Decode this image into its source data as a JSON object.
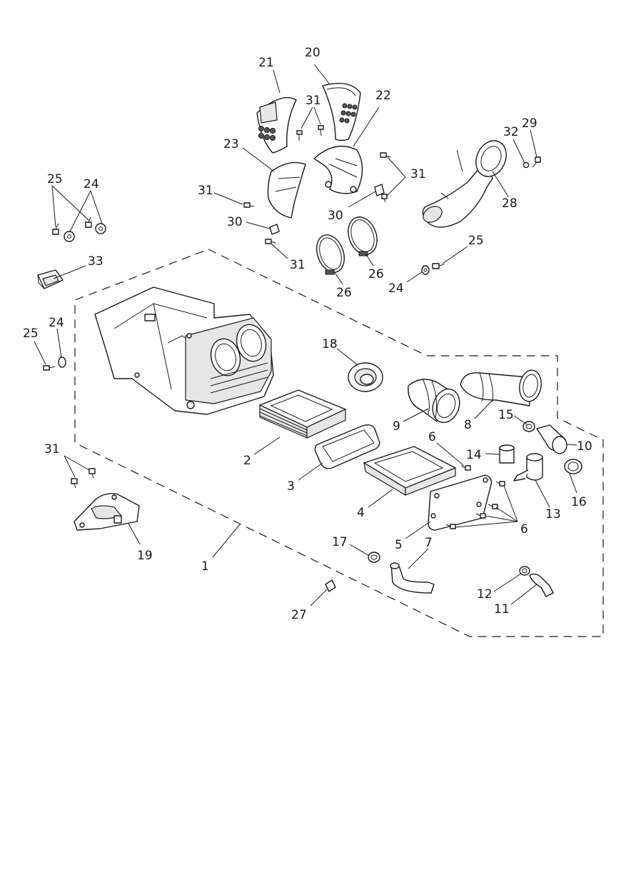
{
  "labels": [
    {
      "id": "l1",
      "text": "1"
    },
    {
      "id": "l2",
      "text": "2"
    },
    {
      "id": "l3",
      "text": "3"
    },
    {
      "id": "l4",
      "text": "4"
    },
    {
      "id": "l5",
      "text": "5"
    },
    {
      "id": "l6a",
      "text": "6"
    },
    {
      "id": "l6b",
      "text": "6"
    },
    {
      "id": "l7",
      "text": "7"
    },
    {
      "id": "l8",
      "text": "8"
    },
    {
      "id": "l9",
      "text": "9"
    },
    {
      "id": "l10",
      "text": "10"
    },
    {
      "id": "l11",
      "text": "11"
    },
    {
      "id": "l12",
      "text": "12"
    },
    {
      "id": "l13",
      "text": "13"
    },
    {
      "id": "l14",
      "text": "14"
    },
    {
      "id": "l15",
      "text": "15"
    },
    {
      "id": "l16",
      "text": "16"
    },
    {
      "id": "l17",
      "text": "17"
    },
    {
      "id": "l18",
      "text": "18"
    },
    {
      "id": "l19",
      "text": "19"
    },
    {
      "id": "l20",
      "text": "20"
    },
    {
      "id": "l21",
      "text": "21"
    },
    {
      "id": "l22",
      "text": "22"
    },
    {
      "id": "l23",
      "text": "23"
    },
    {
      "id": "l24a",
      "text": "24"
    },
    {
      "id": "l24b",
      "text": "24"
    },
    {
      "id": "l24c",
      "text": "24"
    },
    {
      "id": "l25a",
      "text": "25"
    },
    {
      "id": "l25b",
      "text": "25"
    },
    {
      "id": "l25c",
      "text": "25"
    },
    {
      "id": "l26a",
      "text": "26"
    },
    {
      "id": "l26b",
      "text": "26"
    },
    {
      "id": "l27",
      "text": "27"
    },
    {
      "id": "l28",
      "text": "28"
    },
    {
      "id": "l29",
      "text": "29"
    },
    {
      "id": "l30a",
      "text": "30"
    },
    {
      "id": "l30b",
      "text": "30"
    },
    {
      "id": "l31a",
      "text": "31"
    },
    {
      "id": "l31b",
      "text": "31"
    },
    {
      "id": "l31c",
      "text": "31"
    },
    {
      "id": "l31d",
      "text": "31"
    },
    {
      "id": "l31e",
      "text": "31"
    },
    {
      "id": "l32",
      "text": "32"
    },
    {
      "id": "l33",
      "text": "33"
    }
  ]
}
